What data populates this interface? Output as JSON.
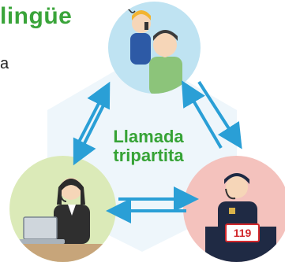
{
  "header": {
    "title": "lingüe",
    "side_text": "a"
  },
  "center": {
    "line1": "Llamada",
    "line2": "tripartita"
  },
  "dispatcher": {
    "sign_label": "119"
  },
  "colors": {
    "title_green": "#3aa43a",
    "arrow_blue": "#2a9fd6",
    "top_circle": "#bfe3f2",
    "left_circle": "#dbeab8",
    "right_circle": "#f4c2bd",
    "sign_red": "#d1272b"
  }
}
